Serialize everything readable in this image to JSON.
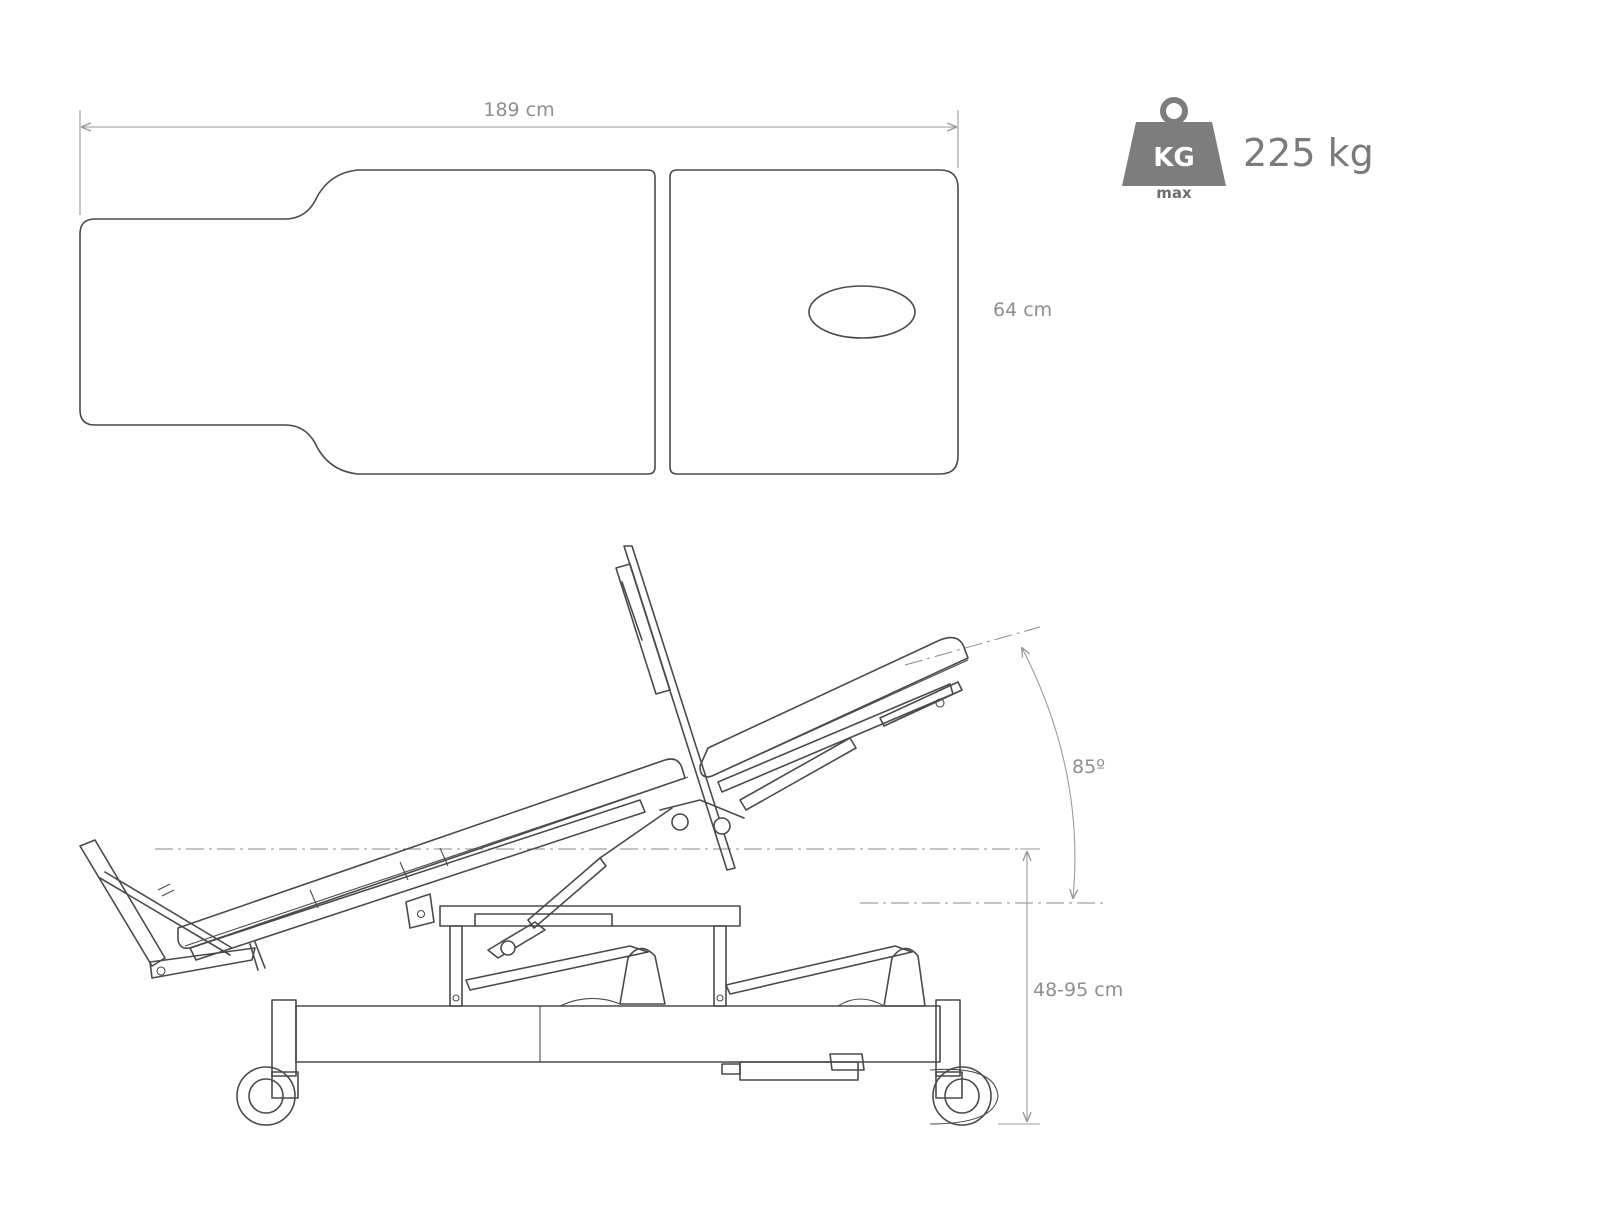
{
  "dimensions": {
    "length_label": "189 cm",
    "width_label": "64 cm",
    "height_label": "48-95 cm",
    "angle_label": "85º"
  },
  "capacity": {
    "unit_badge": "KG",
    "qualifier": "max",
    "value_label": "225 kg"
  },
  "colors": {
    "line": "#4a4a4a",
    "dimension": "#9a9a9a",
    "weight_icon": "#7d7d7d"
  }
}
